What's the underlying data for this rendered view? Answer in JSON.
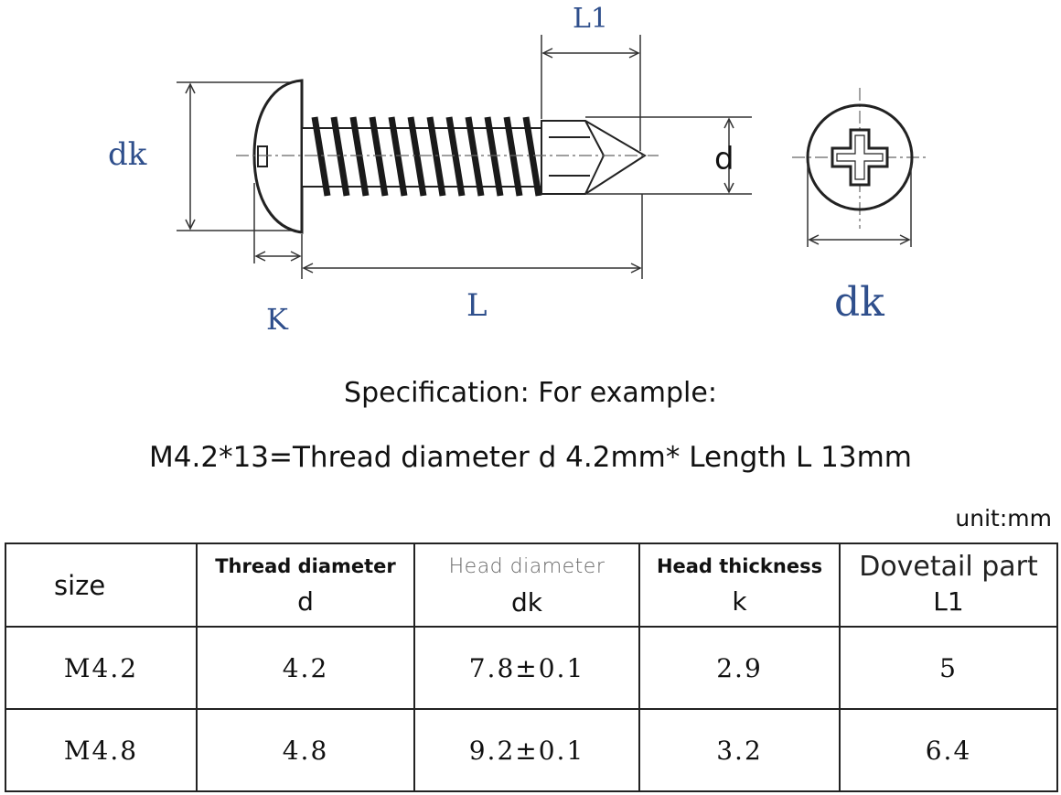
{
  "diagram": {
    "labels": {
      "dk_side": "dk",
      "L1": "L1",
      "d": "d",
      "K": "K",
      "L": "L",
      "dk_top": "dk"
    }
  },
  "spec": {
    "title": "Specification: For example:",
    "example": "M4.2*13=Thread diameter d 4.2mm* Length L 13mm"
  },
  "table": {
    "unit": "unit:mm",
    "headers": {
      "size": "size",
      "thread": {
        "name": "Thread diameter",
        "symbol": "d"
      },
      "head_diameter": {
        "name": "Head diameter",
        "symbol": "dk"
      },
      "head_thickness": {
        "name": "Head thickness",
        "symbol": "k"
      },
      "dovetail": {
        "name": "Dovetail part",
        "symbol": "L1"
      }
    },
    "rows": [
      {
        "size": "M4.2",
        "d": "4.2",
        "dk": "7.8±0.1",
        "k": "2.9",
        "l1": "5"
      },
      {
        "size": "M4.8",
        "d": "4.8",
        "dk": "9.2±0.1",
        "k": "3.2",
        "l1": "6.4"
      }
    ]
  }
}
